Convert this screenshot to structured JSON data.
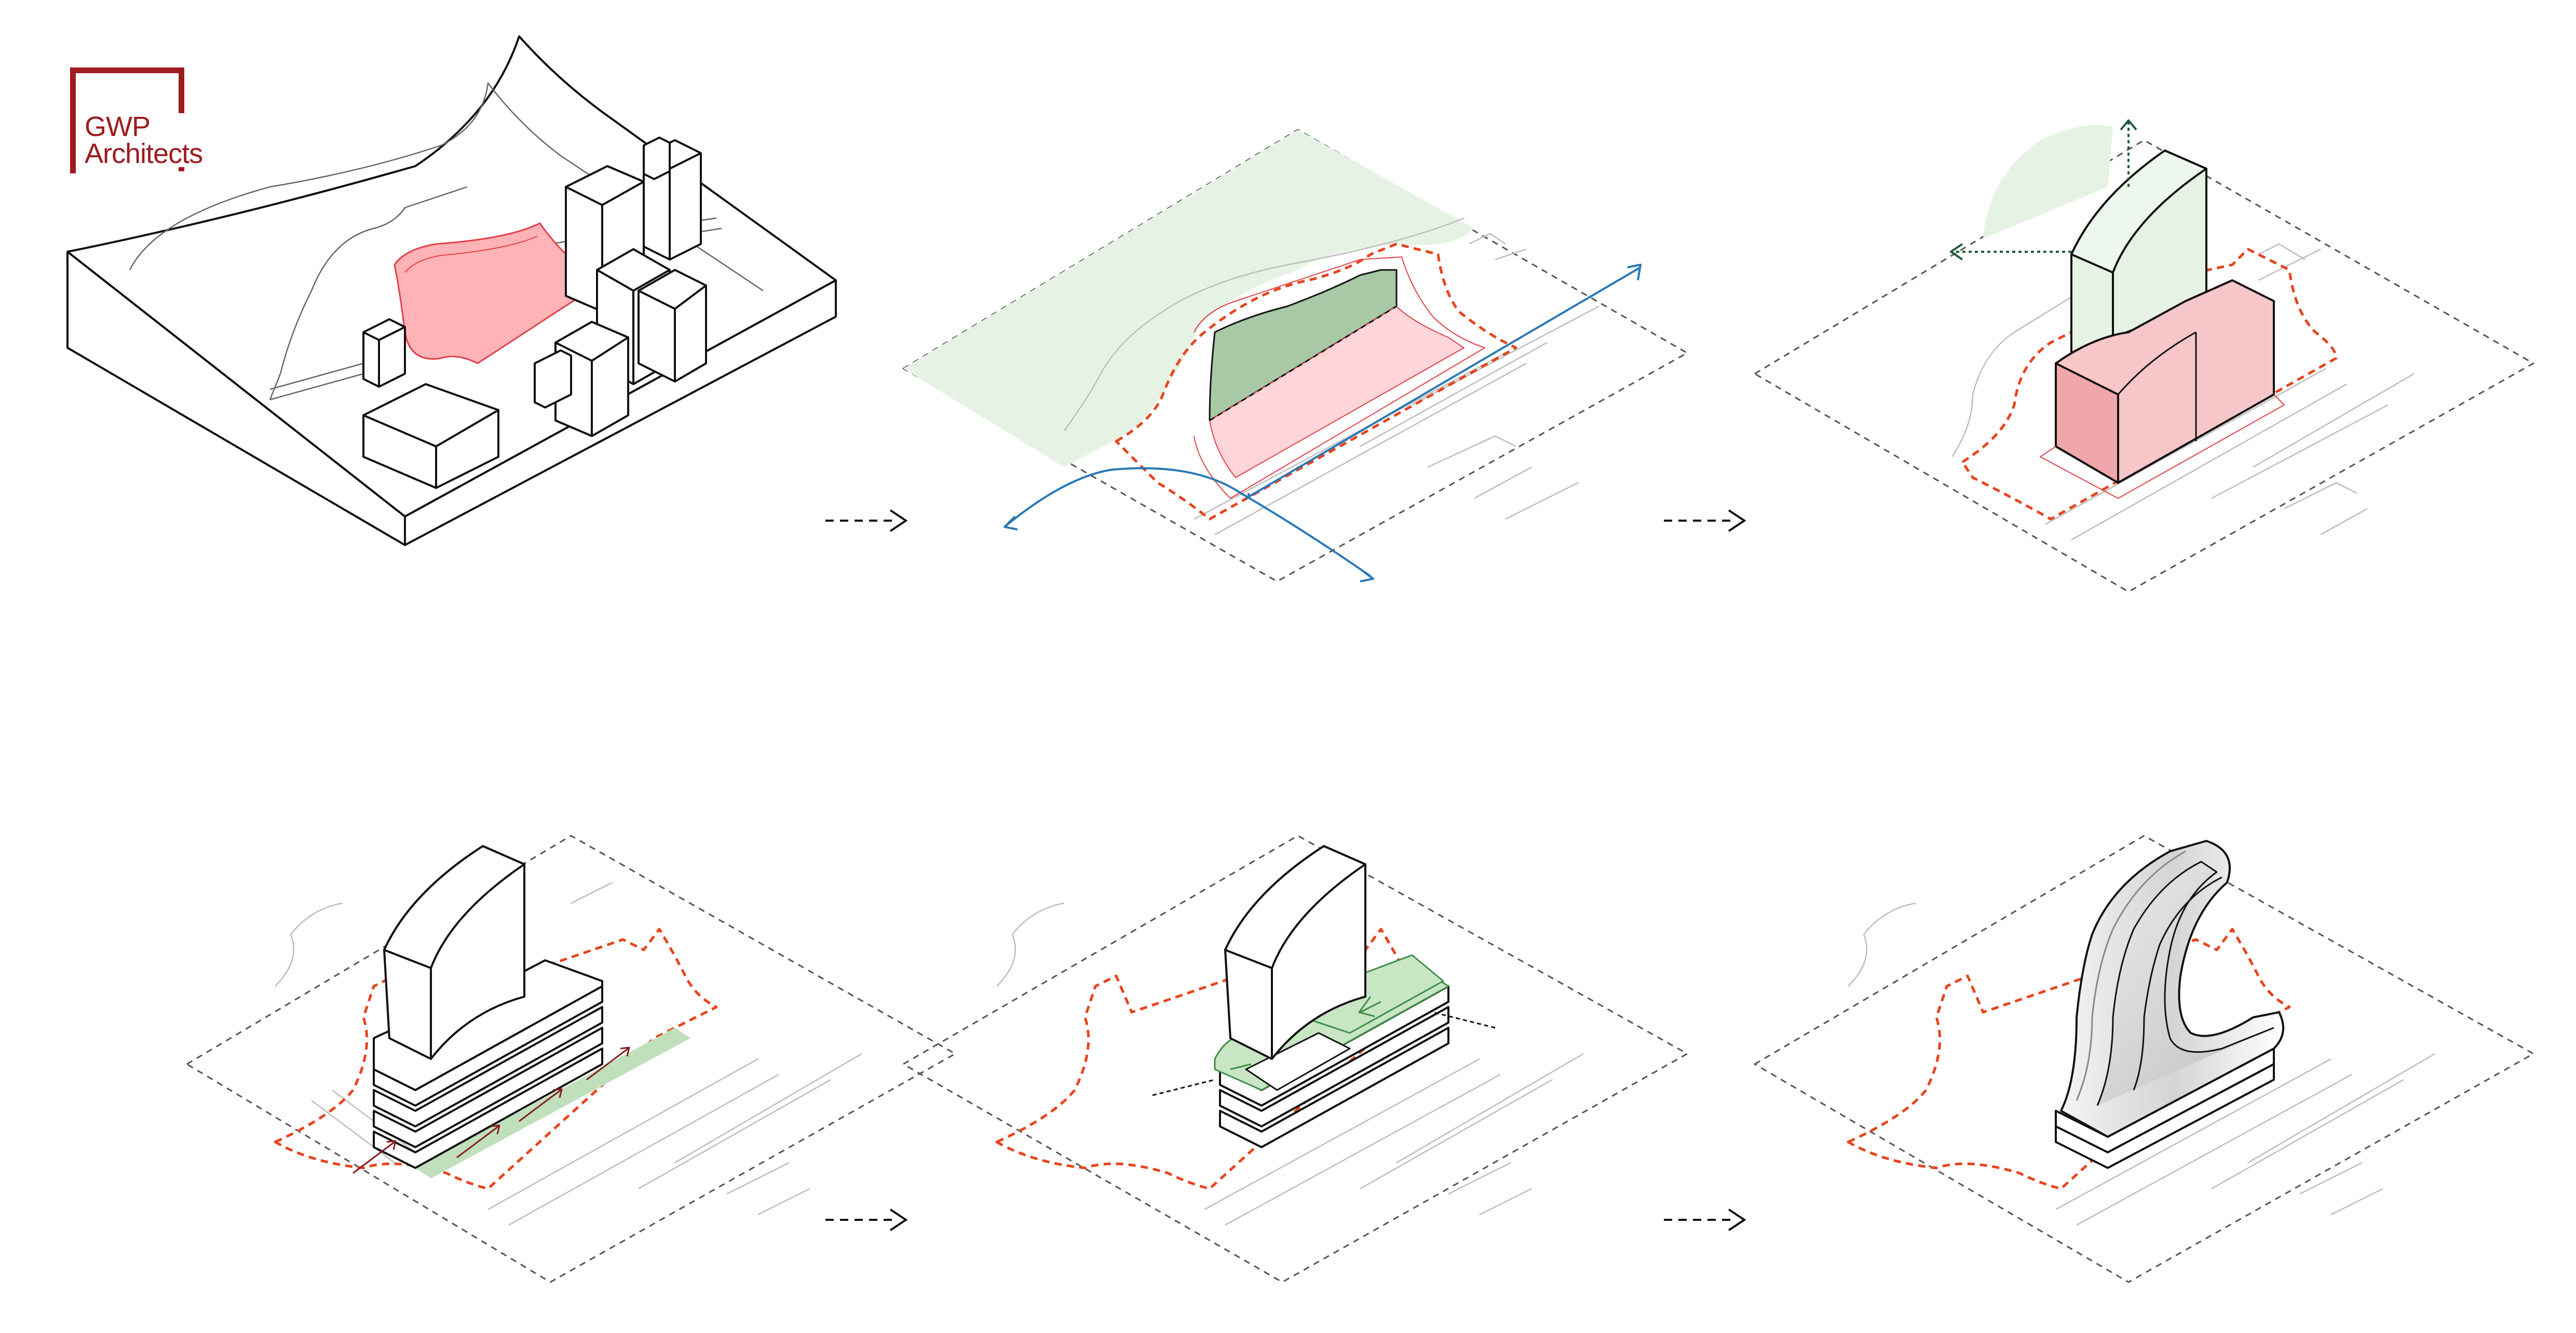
{
  "logo": {
    "line1": "GWP",
    "line2": "Architects",
    "color": "#9e1b1f"
  },
  "colors": {
    "site_red": "#ffb3b6",
    "site_red_stroke": "#e0424a",
    "setback_dash": "#e8431c",
    "green_fill": "#e6f3e4",
    "green_dark": "#a9c8a6",
    "green_arrow": "#1e5b3a",
    "flow_blue": "#2a78b5",
    "frame_dash": "#555555"
  },
  "icons": [
    "process-arrow-icon",
    "flow-arrow-icon",
    "axis-arrow-icon",
    "pressure-arrow-icon"
  ],
  "steps": [
    {
      "id": "step-1-site-context"
    },
    {
      "id": "step-2-site-analysis"
    },
    {
      "id": "step-3-massing"
    },
    {
      "id": "step-4-podium-frontage"
    },
    {
      "id": "step-5-green-terraces"
    },
    {
      "id": "step-6-final-form"
    }
  ]
}
